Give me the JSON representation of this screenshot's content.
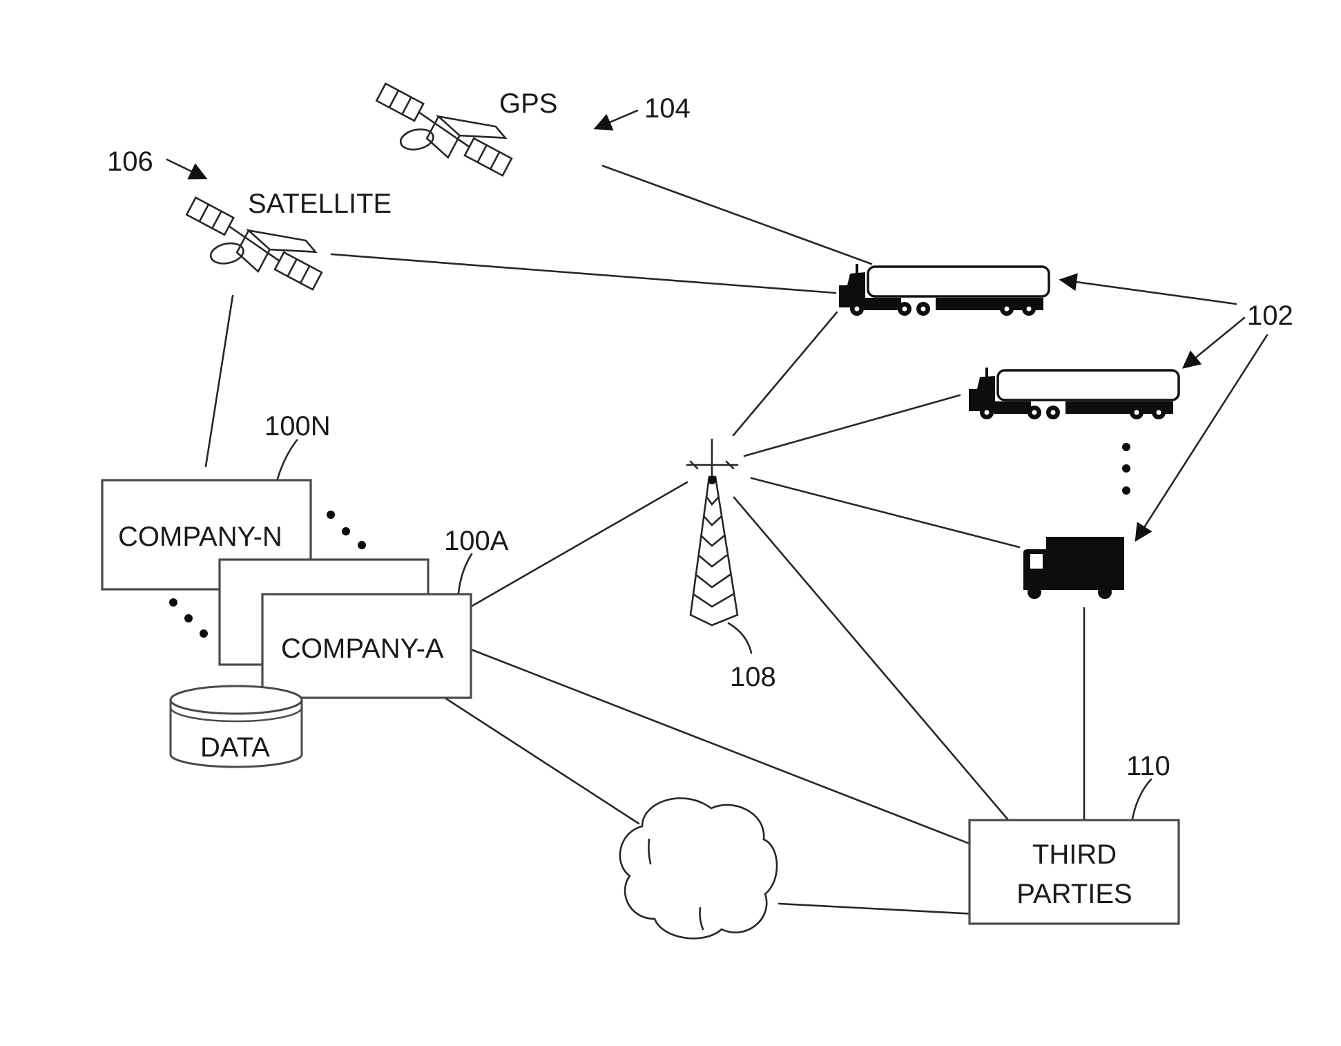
{
  "figure": {
    "nodes": {
      "gps": {
        "label": "GPS",
        "ref": "104",
        "icon": "satellite-icon"
      },
      "satellite": {
        "label": "SATELLITE",
        "ref": "106",
        "icon": "satellite-icon"
      },
      "vehicles": {
        "ref": "102",
        "items": [
          {
            "name": "tanker-truck-1",
            "icon": "tanker-truck-icon"
          },
          {
            "name": "tanker-truck-2",
            "icon": "tanker-truck-icon"
          },
          {
            "name": "box-truck",
            "icon": "box-truck-icon"
          }
        ],
        "ellipsis": "vertical-dots"
      },
      "tower": {
        "ref": "108",
        "icon": "cell-tower-icon"
      },
      "company_n": {
        "label": "COMPANY-N",
        "ref": "100N"
      },
      "company_a": {
        "label": "COMPANY-A",
        "ref": "100A"
      },
      "company_stack_ellipsis": "diagonal-dots",
      "data_store": {
        "label": "DATA",
        "icon": "database-cylinder-icon"
      },
      "network": {
        "icon": "cloud-icon"
      },
      "third_parties": {
        "label_line1": "THIRD",
        "label_line2": "PARTIES",
        "ref": "110"
      }
    },
    "connections": [
      {
        "from": "gps",
        "to": "tanker-truck-1"
      },
      {
        "from": "satellite",
        "to": "tanker-truck-1"
      },
      {
        "from": "satellite",
        "to": "company_n"
      },
      {
        "from": "tanker-truck-1",
        "to": "tower"
      },
      {
        "from": "tanker-truck-2",
        "to": "tower"
      },
      {
        "from": "box-truck",
        "to": "tower"
      },
      {
        "from": "company_a",
        "to": "tower"
      },
      {
        "from": "tower",
        "to": "third_parties"
      },
      {
        "from": "company_a",
        "to": "third_parties"
      },
      {
        "from": "company_a",
        "to": "network"
      },
      {
        "from": "network",
        "to": "third_parties"
      },
      {
        "from": "box-truck",
        "to": "third_parties"
      }
    ],
    "colors": {
      "ink": "#1a1a1a",
      "box_border": "#4a4a4a",
      "background": "#ffffff"
    }
  }
}
